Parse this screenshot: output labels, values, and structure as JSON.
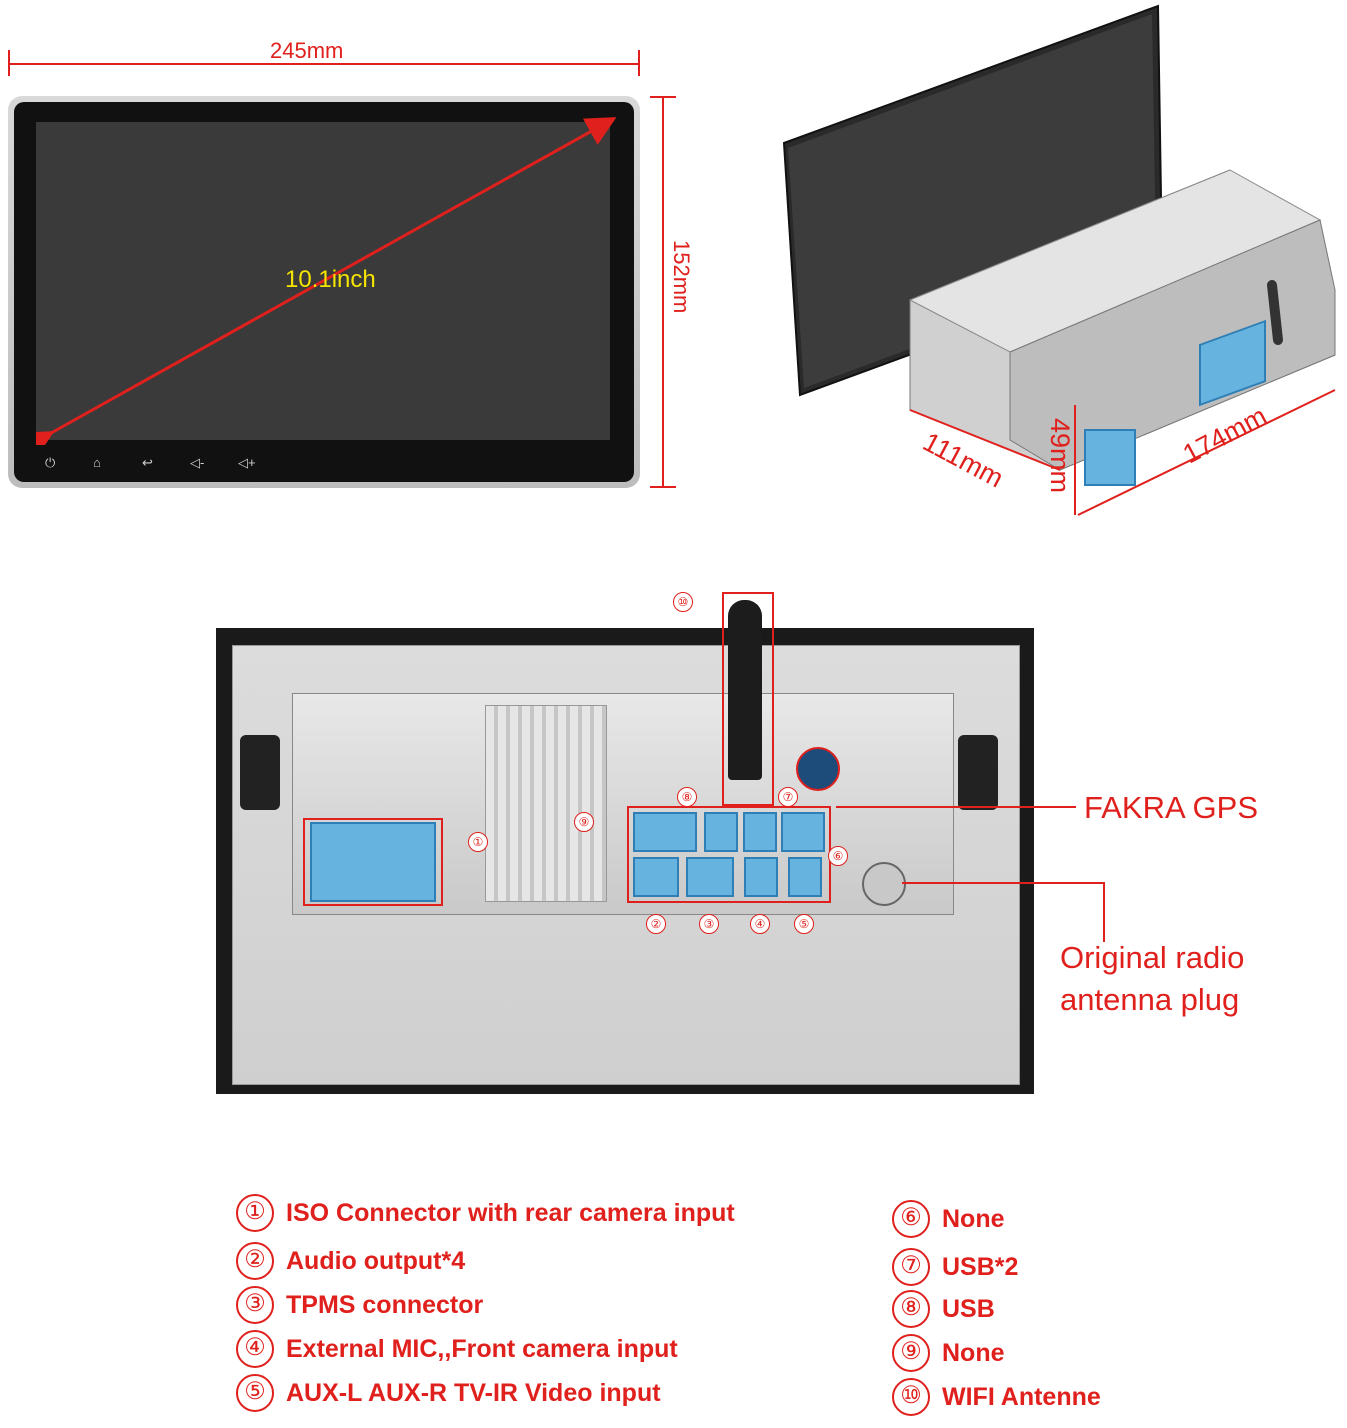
{
  "dimensions": {
    "front_width": "245mm",
    "front_height": "152mm",
    "screen_size": "10.1inch",
    "depth_left": "111mm",
    "body_height": "49mm",
    "depth_right": "174mm"
  },
  "back_panel": {
    "markers": [
      "①",
      "②",
      "③",
      "④",
      "⑤",
      "⑥",
      "⑦",
      "⑧",
      "⑨",
      "⑩"
    ],
    "callout_fakra": "FAKRA GPS",
    "callout_antenna_line1": "Original radio",
    "callout_antenna_line2": "antenna plug"
  },
  "legend_left": [
    {
      "num": "①",
      "text": "ISO Connector with rear camera input"
    },
    {
      "num": "②",
      "text": "Audio output*4"
    },
    {
      "num": "③",
      "text": "TPMS connector"
    },
    {
      "num": "④",
      "text": "External MIC,,Front camera input"
    },
    {
      "num": "⑤",
      "text": "AUX-L AUX-R TV-IR Video input"
    }
  ],
  "legend_right": [
    {
      "num": "⑥",
      "text": "None"
    },
    {
      "num": "⑦",
      "text": "USB*2"
    },
    {
      "num": "⑧",
      "text": "USB"
    },
    {
      "num": "⑨",
      "text": "None"
    },
    {
      "num": "⑩",
      "text": "WIFI Antenne"
    }
  ],
  "colors": {
    "accent": "#e0201c",
    "connector": "#66b3e0",
    "screen_label": "#f5e400"
  }
}
